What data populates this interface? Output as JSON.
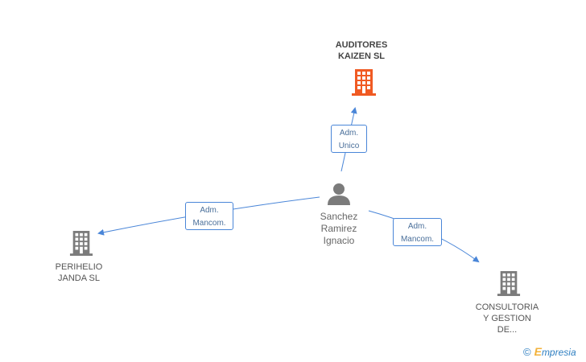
{
  "nodes": {
    "auditores": {
      "line1": "AUDITORES",
      "line2": "KAIZEN SL",
      "color": "#f05a23"
    },
    "person": {
      "line1": "Sanchez",
      "line2": "Ramirez",
      "line3": "Ignacio",
      "color": "#7b7b7b"
    },
    "perihelio": {
      "line1": "PERIHELIO",
      "line2": "JANDA SL",
      "color": "#7b7b7b"
    },
    "consultoria": {
      "line1": "CONSULTORIA",
      "line2": "Y GESTION",
      "line3": "DE...",
      "color": "#7b7b7b"
    }
  },
  "edges": {
    "auditores": {
      "line1": "Adm.",
      "line2": "Unico"
    },
    "perihelio": {
      "line1": "Adm.",
      "line2": "Mancom."
    },
    "consultoria": {
      "line1": "Adm.",
      "line2": "Mancom."
    }
  },
  "edge_color": "#4a86d8",
  "watermark": {
    "symbol": "©",
    "brand_initial": "E",
    "brand_rest": "mpresia"
  }
}
